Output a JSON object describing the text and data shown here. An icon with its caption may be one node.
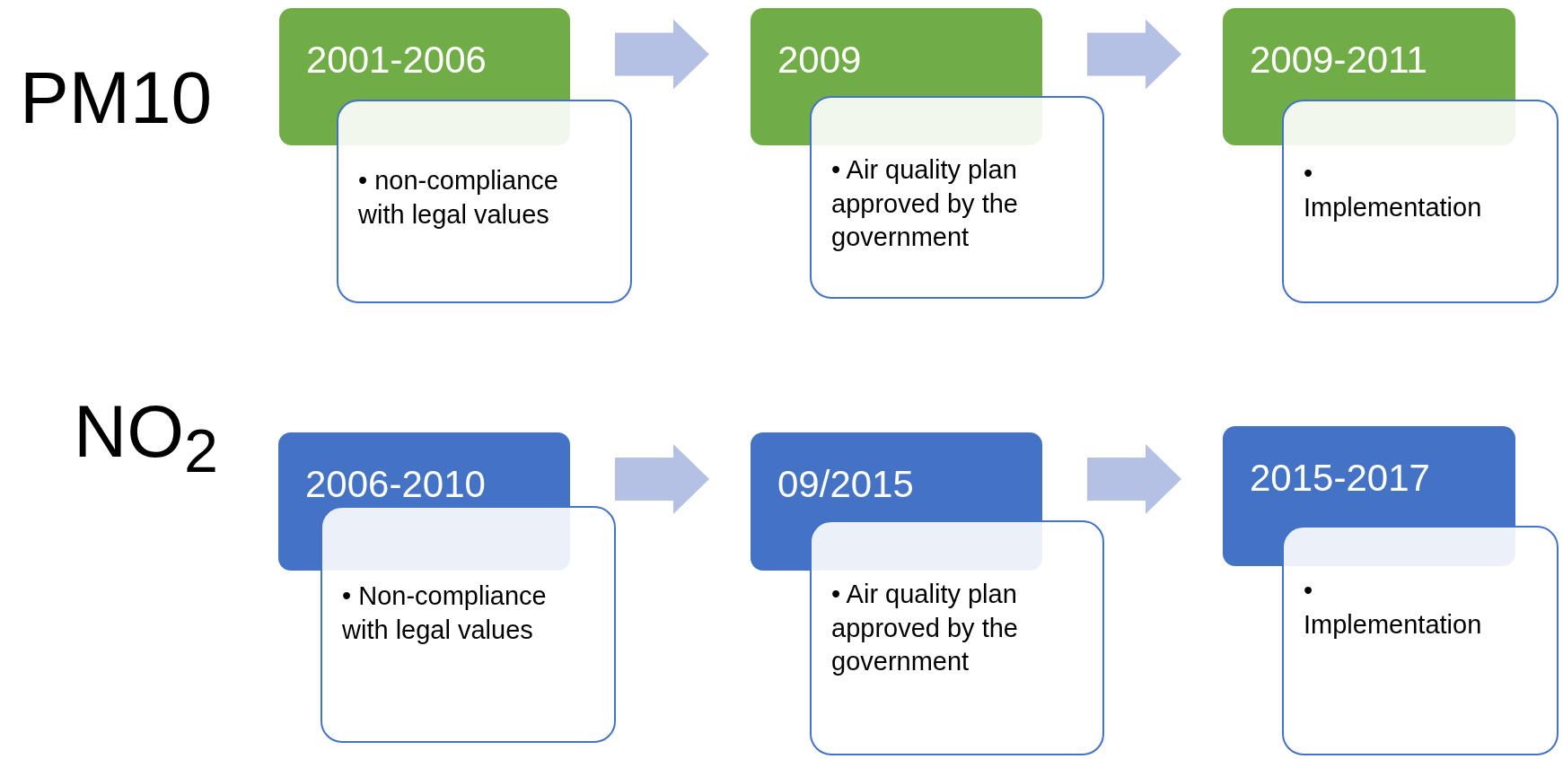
{
  "diagram": {
    "nodes": [
      {
        "text": [
          "2001-2006"
        ]
      },
      {
        "text": [
          "• non-compliance with legal values"
        ]
      },
      {
        "text": [
          "2009"
        ]
      },
      {
        "text": [
          "• Air quality plan approved by the government"
        ]
      },
      {
        "text": [
          "2009-2011"
        ]
      },
      {
        "text": [
          "• Implementation"
        ]
      },
      {
        "text": [
          "2006-2010"
        ]
      },
      {
        "text": [
          "• Non-compliance with legal values"
        ]
      },
      {
        "text": [
          "09/2015"
        ]
      },
      {
        "text": [
          "• Air quality plan approved by the government"
        ]
      },
      {
        "text": [
          "2015-2017"
        ]
      },
      {
        "text": [
          "• Implementation"
        ]
      }
    ],
    "edges": [
      {
        "from": 0,
        "to": 2,
        "arrow": "to"
      },
      {
        "from": 2,
        "to": 4,
        "arrow": "to"
      },
      {
        "from": 6,
        "to": 8,
        "arrow": "to"
      },
      {
        "from": 8,
        "to": 10,
        "arrow": "to"
      }
    ],
    "labels": [
      "PM10",
      "NO$_{2}$"
    ]
  }
}
